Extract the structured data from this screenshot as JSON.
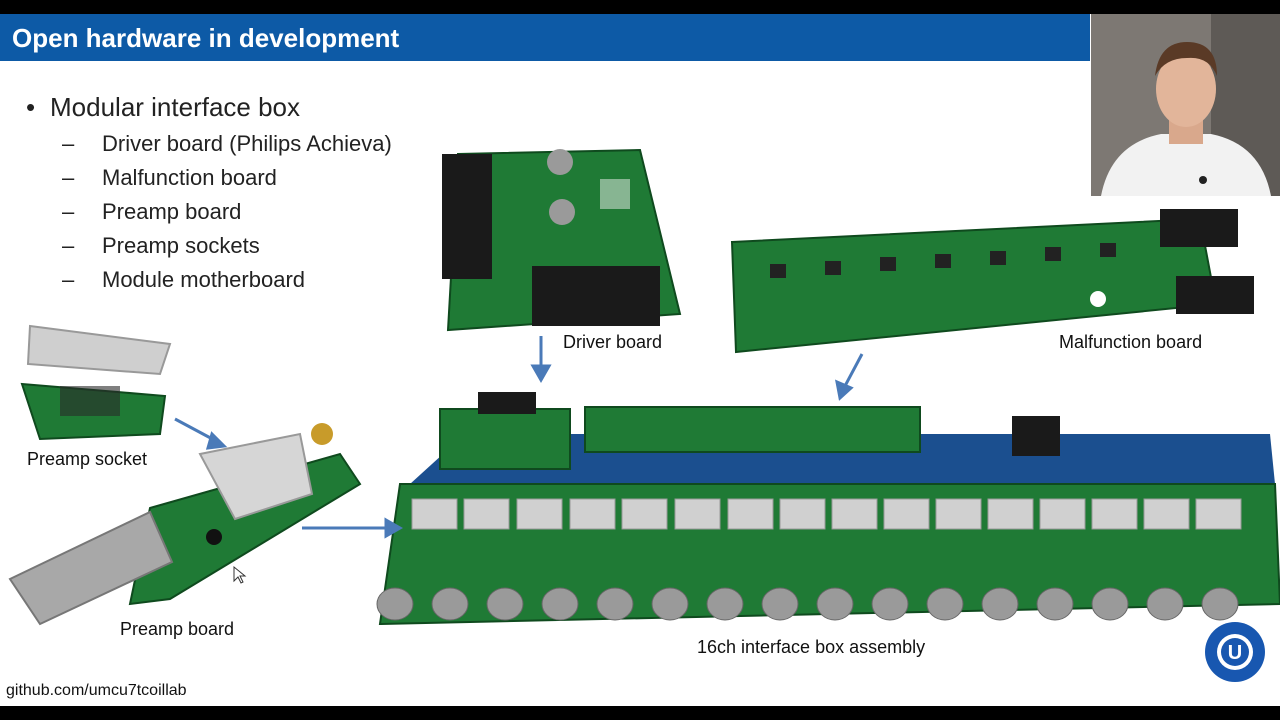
{
  "slide": {
    "title": "Open hardware in development",
    "bullet": "Modular interface box",
    "sub_items": [
      "Driver board (Philips Achieva)",
      "Malfunction board",
      "Preamp board",
      "Preamp sockets",
      "Module motherboard"
    ],
    "labels": {
      "driver_board": "Driver board",
      "malfunction_board": "Malfunction board",
      "preamp_socket": "Preamp socket",
      "preamp_board": "Preamp board",
      "assembly": "16ch interface box assembly"
    },
    "url": "github.com/umcu7tcoillab",
    "bullet_glyph": "•",
    "dash_glyph": "–"
  },
  "colors": {
    "title_bar": "#0d5aa6",
    "pcb_green": "#1f7a35",
    "pcb_blue": "#1b4f8f",
    "arrow": "#4a7ab8",
    "logo": "#1857b0"
  },
  "icons": [
    "umc-utrecht-logo-icon",
    "mouse-cursor-icon"
  ]
}
